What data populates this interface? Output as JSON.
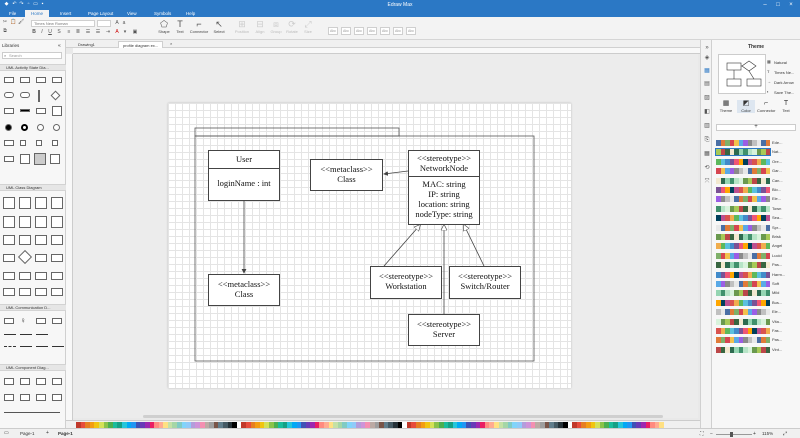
{
  "window": {
    "title": "Edraw Max"
  },
  "menu": [
    "File",
    "Home",
    "Insert",
    "Page Layout",
    "View",
    "Symbols",
    "Help"
  ],
  "ribbon": {
    "font_name": "Times New Roman",
    "tools": [
      {
        "label": "Shape",
        "icon": "⬠"
      },
      {
        "label": "Text",
        "icon": "T"
      },
      {
        "label": "Connector",
        "icon": "⌐"
      },
      {
        "label": "Select",
        "icon": "↖"
      }
    ],
    "faded_tools": [
      "Position",
      "Align",
      "Group",
      "Rotate",
      "Size"
    ],
    "style_samples": [
      "Abc",
      "Abc",
      "Abc",
      "Abc",
      "Abc",
      "Abc",
      "Abc"
    ]
  },
  "left_panel": {
    "title": "Libraries",
    "search_placeholder": "Search",
    "libraries": [
      "UML Activity State Dia...",
      "UML Class Diagram",
      "UML Communication D...",
      "UML Component Diag..."
    ]
  },
  "doc_tabs": [
    "Drawing1",
    "profile diagram ex..."
  ],
  "diagram": {
    "classes": [
      {
        "id": "user",
        "title": "User",
        "attrs": [
          "loginName : int"
        ]
      },
      {
        "id": "metaclass1",
        "stereotype": "<<metaclass>>",
        "title": "Class"
      },
      {
        "id": "metaclass2",
        "stereotype": "<<metaclass>>",
        "title": "Class"
      },
      {
        "id": "networknode",
        "stereotype": "<<stereotype>>",
        "title": "NetworkNode",
        "attrs": [
          "MAC: string",
          "IP: string",
          "location: string",
          "nodeType: string"
        ]
      },
      {
        "id": "workstation",
        "stereotype": "<<stereotype>>",
        "title": "Workstation"
      },
      {
        "id": "switch",
        "stereotype": "<<stereotype>>",
        "title": "Switch/Router"
      },
      {
        "id": "server",
        "stereotype": "<<stereotype>>",
        "title": "Server"
      }
    ]
  },
  "theme_panel": {
    "title": "Theme",
    "theme_list": [
      "Natural",
      "Times Ne...",
      "Dark Arrow",
      "Save The..."
    ],
    "tabs": [
      "Theme",
      "Color",
      "Connector",
      "Text"
    ],
    "color_schemes": [
      "Ede...",
      "Nat...",
      "Ore...",
      "Gar...",
      "Can...",
      "Blo...",
      "Ele...",
      "Town",
      "Sea...",
      "Spr...",
      "Brisk",
      "Angel",
      "Lucid",
      "Pas...",
      "Harm...",
      "Soft",
      "Mild",
      "Bus...",
      "Ele...",
      "Vita...",
      "Fas...",
      "Pas...",
      "Vint..."
    ]
  },
  "status": {
    "page_selector": "Page-1",
    "page_tab": "Page-1",
    "zoom": "115%"
  }
}
